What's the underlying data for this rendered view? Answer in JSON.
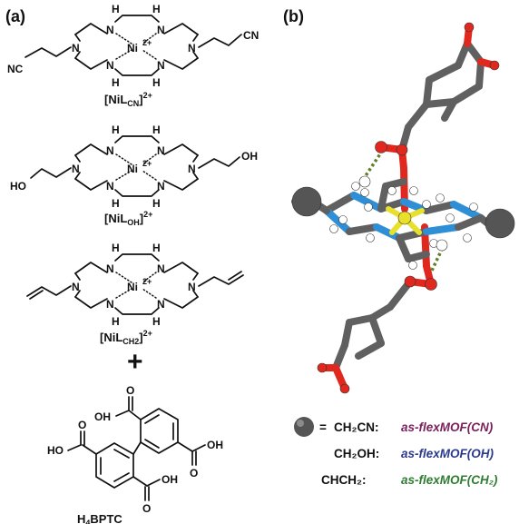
{
  "panels": {
    "a": {
      "label": "(a)"
    },
    "b": {
      "label": "(b)"
    }
  },
  "atoms": {
    "n": "N",
    "h": "H",
    "ni": "Ni",
    "ni_charge": "2+",
    "o": "O"
  },
  "complexes": [
    {
      "id": "cn",
      "name_prefix": "[NiL",
      "name_sub": "CN",
      "name_suffix": "]",
      "charge": "2+",
      "left_group": "NC",
      "right_group": "CN"
    },
    {
      "id": "oh",
      "name_prefix": "[NiL",
      "name_sub": "OH",
      "name_suffix": "]",
      "charge": "2+",
      "left_group": "HO",
      "right_group": "OH"
    },
    {
      "id": "ch2",
      "name_prefix": "[NiL",
      "name_sub": "CH2",
      "name_suffix": "]",
      "charge": "2+",
      "left_group": "",
      "right_group": ""
    }
  ],
  "plus_sign": "+",
  "linker": {
    "name_prefix": "H",
    "name_sub": "4",
    "name_suffix": "BPTC",
    "oh_label": "OH",
    "ho_label": "HO",
    "oxygen": "O"
  },
  "legend": {
    "equals": "=",
    "rows": [
      {
        "group": "CH₂CN:",
        "product": "as-flexMOF(CN)",
        "color": "#7a1f5c"
      },
      {
        "group": "CH₂OH:",
        "product": "as-flexMOF(OH)",
        "color": "#2b3a8f"
      },
      {
        "group": "CHCH₂:",
        "product": "as-flexMOF(CH₂)",
        "color": "#2e7d32"
      }
    ]
  },
  "colors": {
    "carbon": "#606060",
    "oxygen": "#e0281e",
    "nitrogen": "#2f8fd6",
    "hydrogen": "#ffffff",
    "nickel": "#e8e02a",
    "hbond": "#5f7f2a",
    "node": "#555555"
  }
}
